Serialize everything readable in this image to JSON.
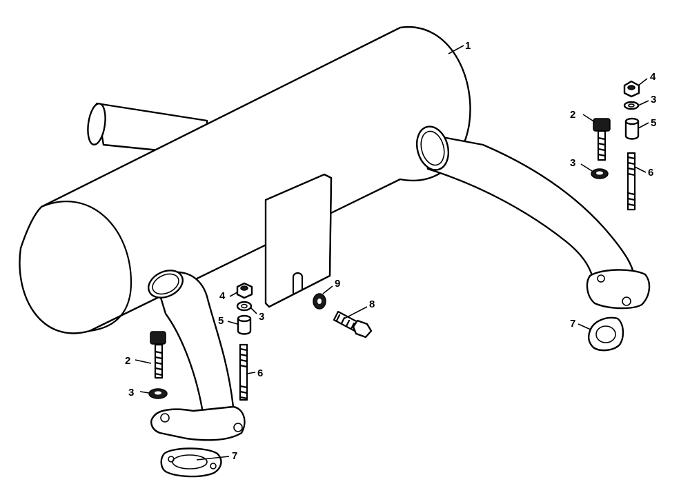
{
  "callouts": {
    "muffler": "1",
    "screw_left": "2",
    "screw_right": "2",
    "washer_left_low": "3",
    "washer_center": "3",
    "washer_right_top": "3",
    "washer_right_low": "3",
    "nut_center": "4",
    "nut_right": "4",
    "spacer_center": "5",
    "spacer_right": "5",
    "stud_center": "6",
    "stud_right": "6",
    "gasket_left": "7",
    "gasket_right": "7",
    "bolt": "8",
    "washer_bracket": "9"
  }
}
